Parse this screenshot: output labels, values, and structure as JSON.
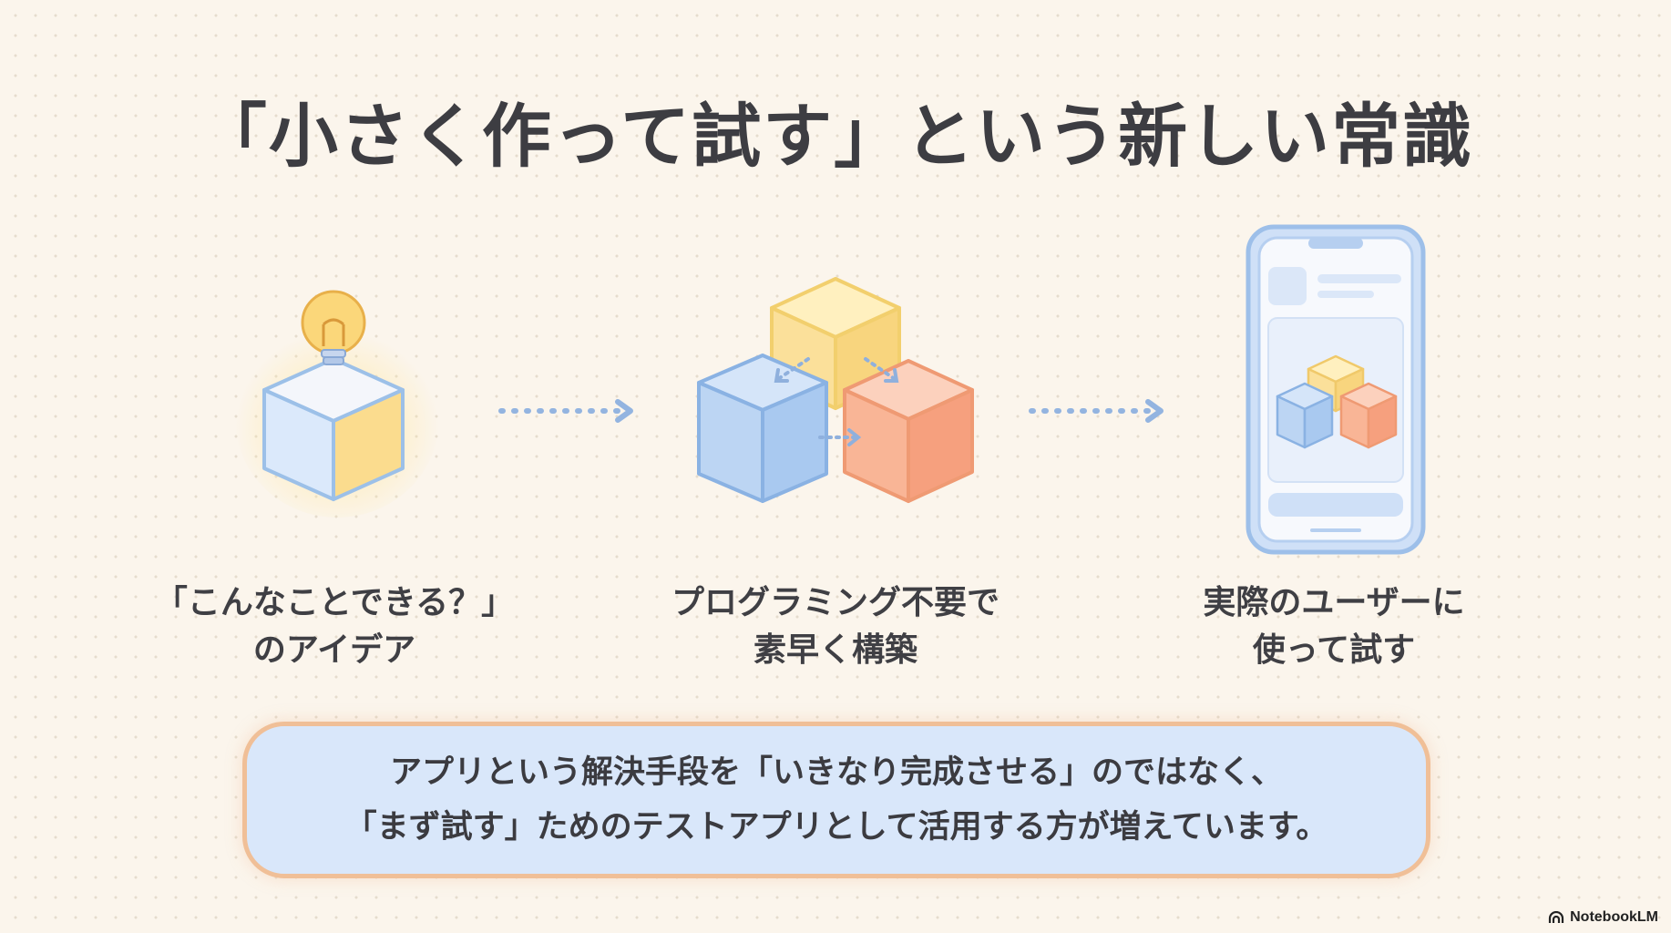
{
  "title": "「小さく作って試す」という新しい常識",
  "steps": [
    {
      "line1": "「こんなことできる？」",
      "line2": "のアイデア",
      "icon": "idea-lightbulb-cube"
    },
    {
      "line1": "プログラミング不要で",
      "line2": "素早く構築",
      "icon": "building-blocks"
    },
    {
      "line1": "実際のユーザーに",
      "line2": "使って試す",
      "icon": "smartphone-app"
    }
  ],
  "note": {
    "line1": "アプリという解決手段を「いきなり完成させる」のではなく、",
    "line2": "「まず試す」ためのテストアプリとして活用する方が増えています。"
  },
  "brand": "NotebookLM",
  "colors": {
    "background": "#fbf5ec",
    "blue": "#b9d3f3",
    "yellow": "#fbdc8e",
    "orange": "#f6a684",
    "arrow": "#93b4e0",
    "note_bg": "#d9e7fa",
    "note_border": "#f0bf97"
  }
}
